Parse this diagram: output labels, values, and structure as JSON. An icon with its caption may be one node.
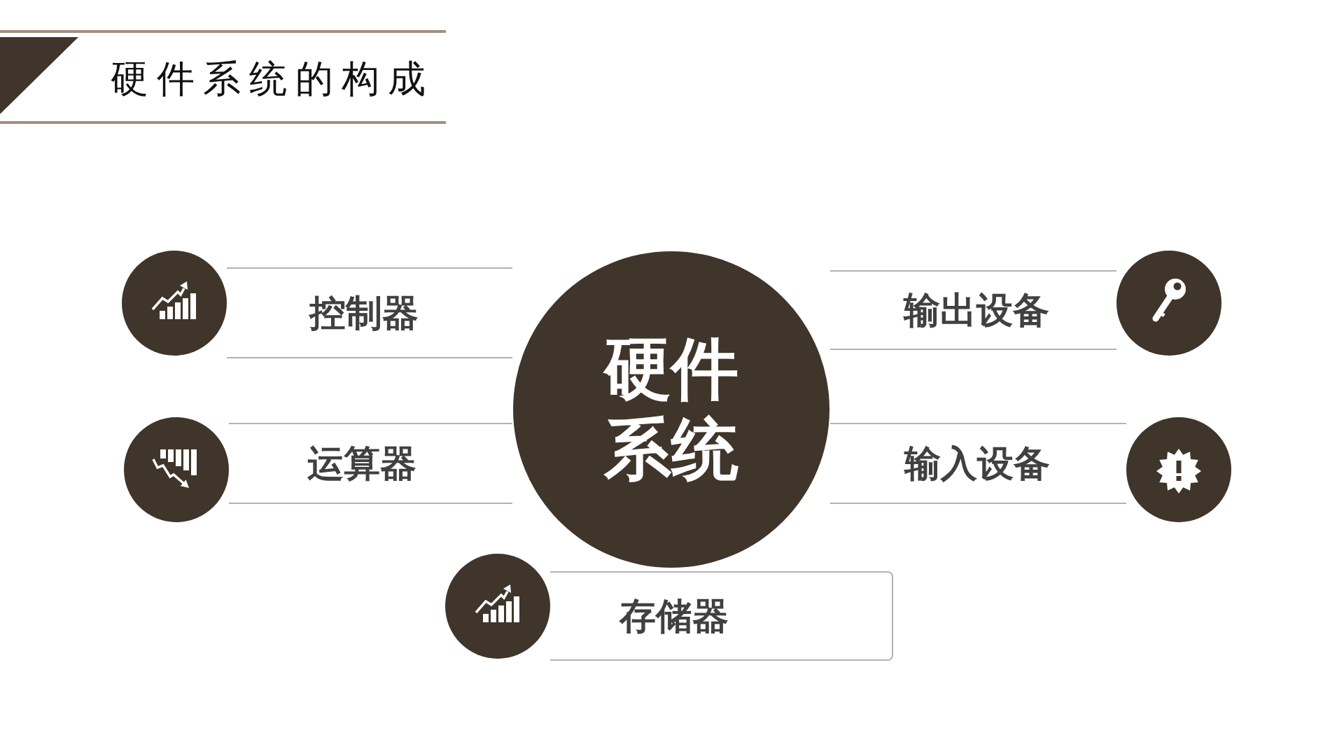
{
  "diagram": {
    "title": "硬件系统的构成",
    "nodes": [
      {
        "text": [
          "硬件系统"
        ]
      },
      {
        "text": [
          "控制器"
        ]
      },
      {
        "text": [
          "输出设备"
        ]
      },
      {
        "text": [
          "运算器"
        ]
      },
      {
        "text": [
          "输入设备"
        ]
      },
      {
        "text": [
          "存储器"
        ]
      }
    ]
  }
}
